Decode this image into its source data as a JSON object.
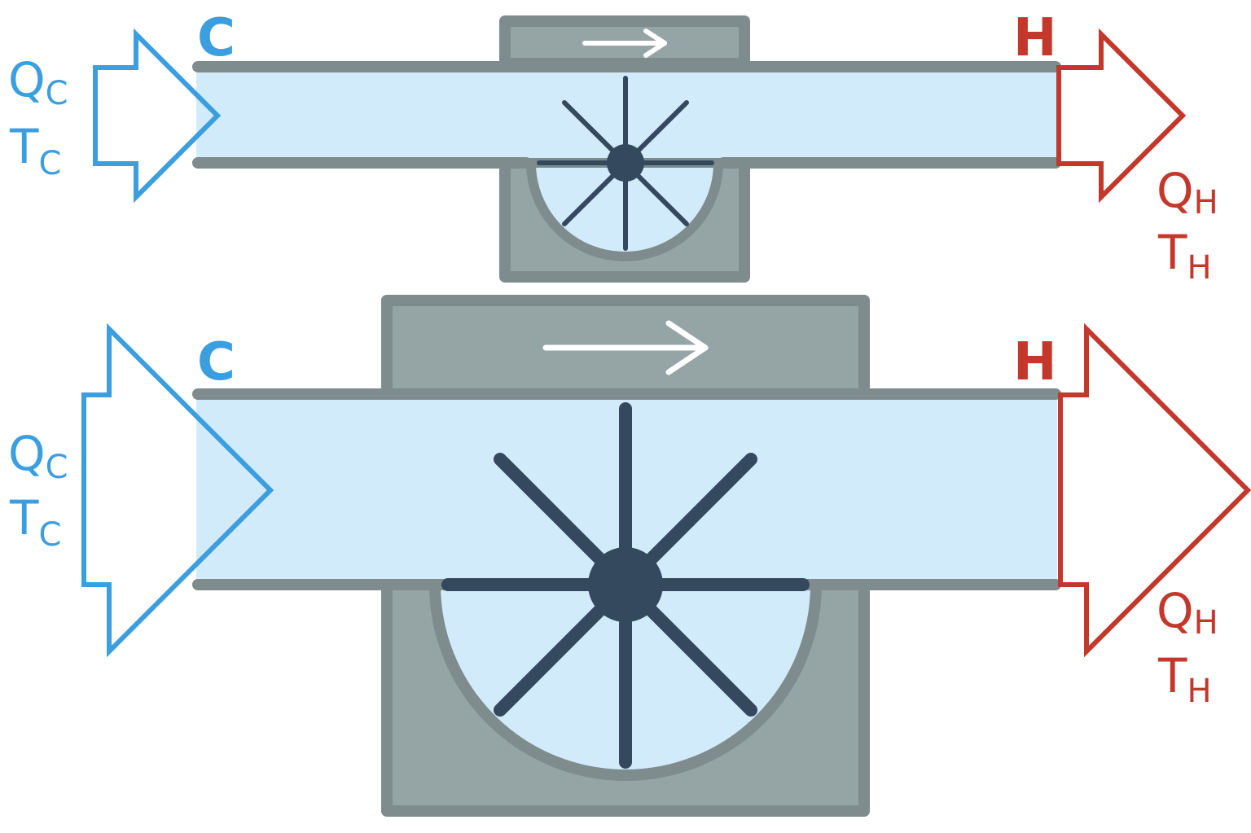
{
  "colors": {
    "cold": "#3b9ede",
    "hot": "#c4372b",
    "fluid": "#d2ebfb",
    "housing_fill": "#95a5a6",
    "housing_stroke": "#7f8c8d",
    "rotor": "#34495e",
    "belt_arrow": "#ffffff"
  },
  "units": [
    {
      "cold_end_label": "C",
      "hot_end_label": "H",
      "inlet": {
        "flow_symbol": "Q",
        "flow_subscript": "C",
        "temp_symbol": "T",
        "temp_subscript": "C"
      },
      "outlet": {
        "flow_symbol": "Q",
        "flow_subscript": "H",
        "temp_symbol": "T",
        "temp_subscript": "H"
      }
    },
    {
      "cold_end_label": "C",
      "hot_end_label": "H",
      "inlet": {
        "flow_symbol": "Q",
        "flow_subscript": "C",
        "temp_symbol": "T",
        "temp_subscript": "C"
      },
      "outlet": {
        "flow_symbol": "Q",
        "flow_subscript": "H",
        "temp_symbol": "T",
        "temp_subscript": "H"
      }
    }
  ]
}
